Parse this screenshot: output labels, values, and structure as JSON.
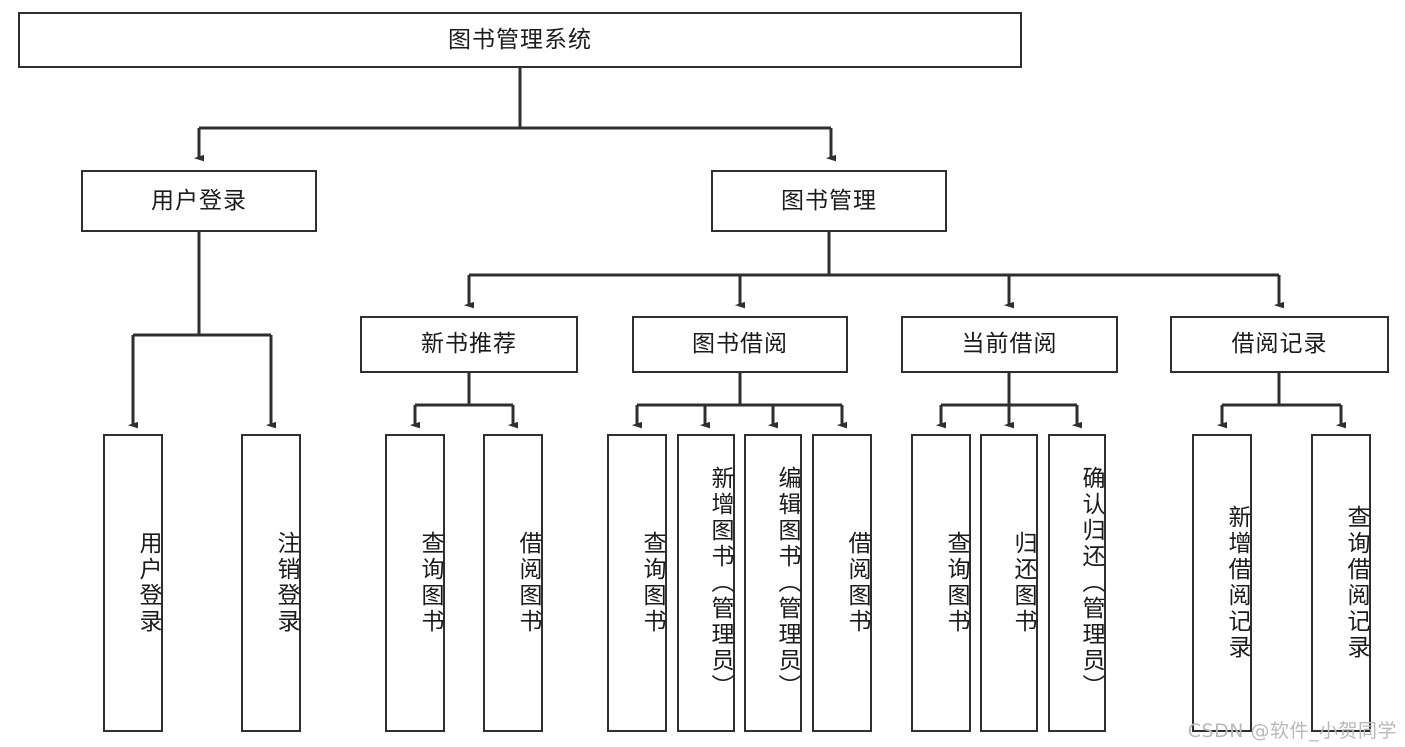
{
  "diagram": {
    "type": "tree-hierarchy-chart",
    "title": "图书管理系统",
    "watermark": "CSDN @软件_小贺同学",
    "colors": {
      "stroke": "#2f2f2f",
      "fill": "#ffffff",
      "text": "#1b1b1b",
      "watermark": "#b9b9b9"
    },
    "levels": {
      "root": {
        "label": "图书管理系统"
      },
      "level2": [
        {
          "label": "用户登录"
        },
        {
          "label": "图书管理"
        }
      ],
      "level3": [
        {
          "label": "新书推荐"
        },
        {
          "label": "图书借阅"
        },
        {
          "label": "当前借阅"
        },
        {
          "label": "借阅记录"
        }
      ],
      "leaves": {
        "user_login": [
          {
            "label": "用户登录"
          },
          {
            "label": "注销登录"
          }
        ],
        "new_book_recommend": [
          {
            "label": "查询图书"
          },
          {
            "label": "借阅图书"
          }
        ],
        "book_borrow": [
          {
            "label": "查询图书"
          },
          {
            "label": "新增图书（管理员）"
          },
          {
            "label": "编辑图书（管理员）"
          },
          {
            "label": "借阅图书"
          }
        ],
        "current_borrow": [
          {
            "label": "查询图书"
          },
          {
            "label": "归还图书"
          },
          {
            "label": "确认归还（管理员）"
          }
        ],
        "borrow_record": [
          {
            "label": "新增借阅记录"
          },
          {
            "label": "查询借阅记录"
          }
        ]
      }
    }
  }
}
